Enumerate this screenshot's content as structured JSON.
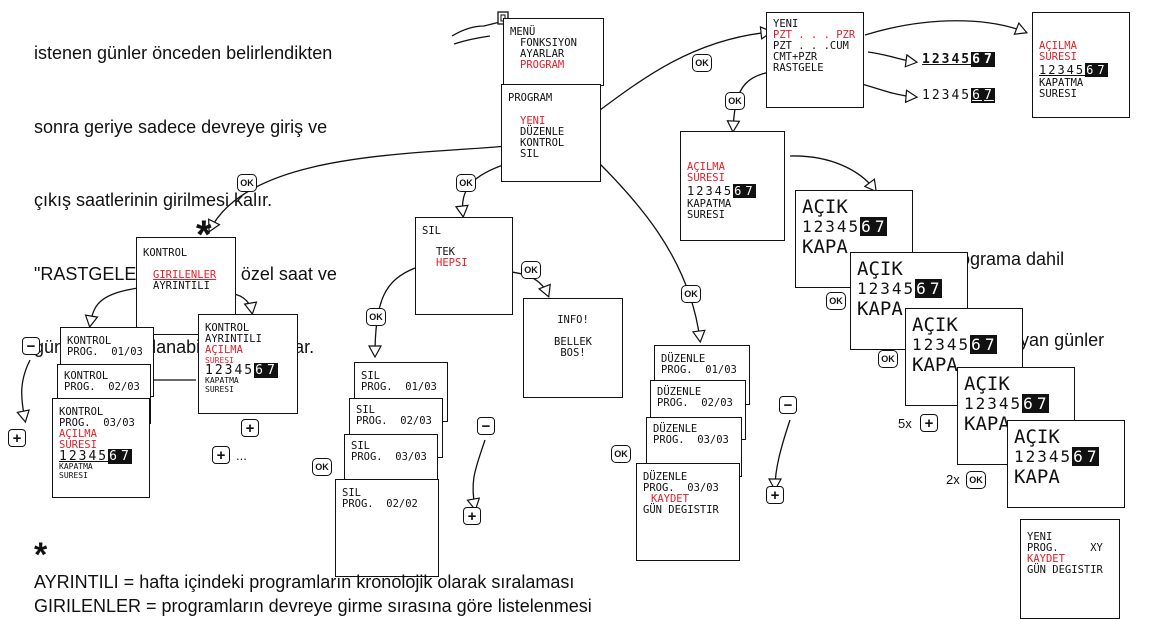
{
  "intro": {
    "line1": "istenen günler önceden belirlendikten",
    "line2": "sonra geriye sadece devreye giriş ve",
    "line3": "çıkış saatlerinin girilmesi kalır.",
    "line4": "\"RASTGELE\" mod, kendi özel saat ve",
    "line5": "günlerinin ayarlanabilmesini sağlar."
  },
  "buttons": {
    "ok": "OK",
    "minus": "−",
    "plus": "+",
    "x5": "5x",
    "x2": "2x",
    "ellipsis": "..."
  },
  "menu_screen": {
    "l1": "MENÜ",
    "l2": "FONKSIYON",
    "l3": "AYARLAR",
    "l4": "PROGRAM"
  },
  "program_screen": {
    "title": "PROGRAM",
    "l1": "YENI",
    "l2": "DÜZENLE",
    "l3": "KONTROL",
    "l4": "SIL"
  },
  "yeni_screen": {
    "title": "YENI",
    "l1": "PZT . . . PZR",
    "l2": "PZT . . .CUM",
    "l3": "CMT+PZR",
    "l4": "RASTGELE"
  },
  "days_row": {
    "digits": "12345",
    "b1": "6",
    "b2": "7"
  },
  "acilma_screen": {
    "l1": "AÇILMA",
    "l2": "SURESI",
    "l3": "KAPATMA",
    "l4": "SURESI"
  },
  "acilma_mid": {
    "l1": "AÇILMA",
    "l2": "SURESI",
    "l3": "KAPATMA",
    "l4": "SURESI"
  },
  "kontrol_screen": {
    "title": "KONTROL",
    "l1": "GIRILENLER",
    "l2": "AYRINTILI"
  },
  "kontrol_detail": {
    "l1": "KONTROL",
    "l2": "AYRINTILI",
    "l3": "AÇILMA",
    "l4": "SURESI",
    "l5": "KAPATMA",
    "l6": "SURESI"
  },
  "kontrol_cards": [
    {
      "l1": "KONTROL",
      "l2": "PROG.  01/03"
    },
    {
      "l1": "KONTROL",
      "l2": "PROG.  02/03"
    },
    {
      "l1": "KONTROL",
      "l2": "PROG.  03/03",
      "l3": "AÇILMA",
      "l4": "SURESI",
      "l5": "KAPATMA",
      "l6": "SURESI"
    }
  ],
  "sil_screen": {
    "title": "SIL",
    "l1": "TEK",
    "l2": "HEPSI"
  },
  "info_screen": {
    "l1": "INFO!",
    "l2": "BELLEK",
    "l3": "BOS!"
  },
  "sil_cards": [
    {
      "l1": "SIL",
      "l2": "PROG.  01/03"
    },
    {
      "l1": "SIL",
      "l2": "PROG.  02/03"
    },
    {
      "l1": "SIL",
      "l2": "PROG.  03/03"
    },
    {
      "l1": "SIL",
      "l2": "PROG.  02/02"
    }
  ],
  "duzenle_cards": [
    {
      "l1": "DÜZENLE",
      "l2": "PROG.  01/03"
    },
    {
      "l1": "DÜZENLE",
      "l2": "PROG.  02/03"
    },
    {
      "l1": "DÜZENLE",
      "l2": "PROG.  03/03"
    },
    {
      "l1": "DÜZENLE",
      "l2": "PROG.  03/03",
      "l3": "KAYDET",
      "l4": "GÜN DEGISTIR"
    }
  ],
  "big_screens": {
    "acik": "AÇIK",
    "kapa": "KAPA"
  },
  "side_label": {
    "line1": "Programa dahil",
    "line2": "olan/olmayan günler"
  },
  "final_screen": {
    "l1": "YENI",
    "l2": "PROG.     XY",
    "l3": "KAYDET",
    "l4": "GÜN DEGISTIR"
  },
  "footnote": {
    "star": "*",
    "line1": "AYRINTILI = hafta içindeki programların kronolojik olarak sıralaması",
    "line2": "GIRILENLER = programların devreye girme sırasına göre listelenmesi"
  },
  "colors": {
    "accent": "#e0202a",
    "ink": "#111111"
  }
}
